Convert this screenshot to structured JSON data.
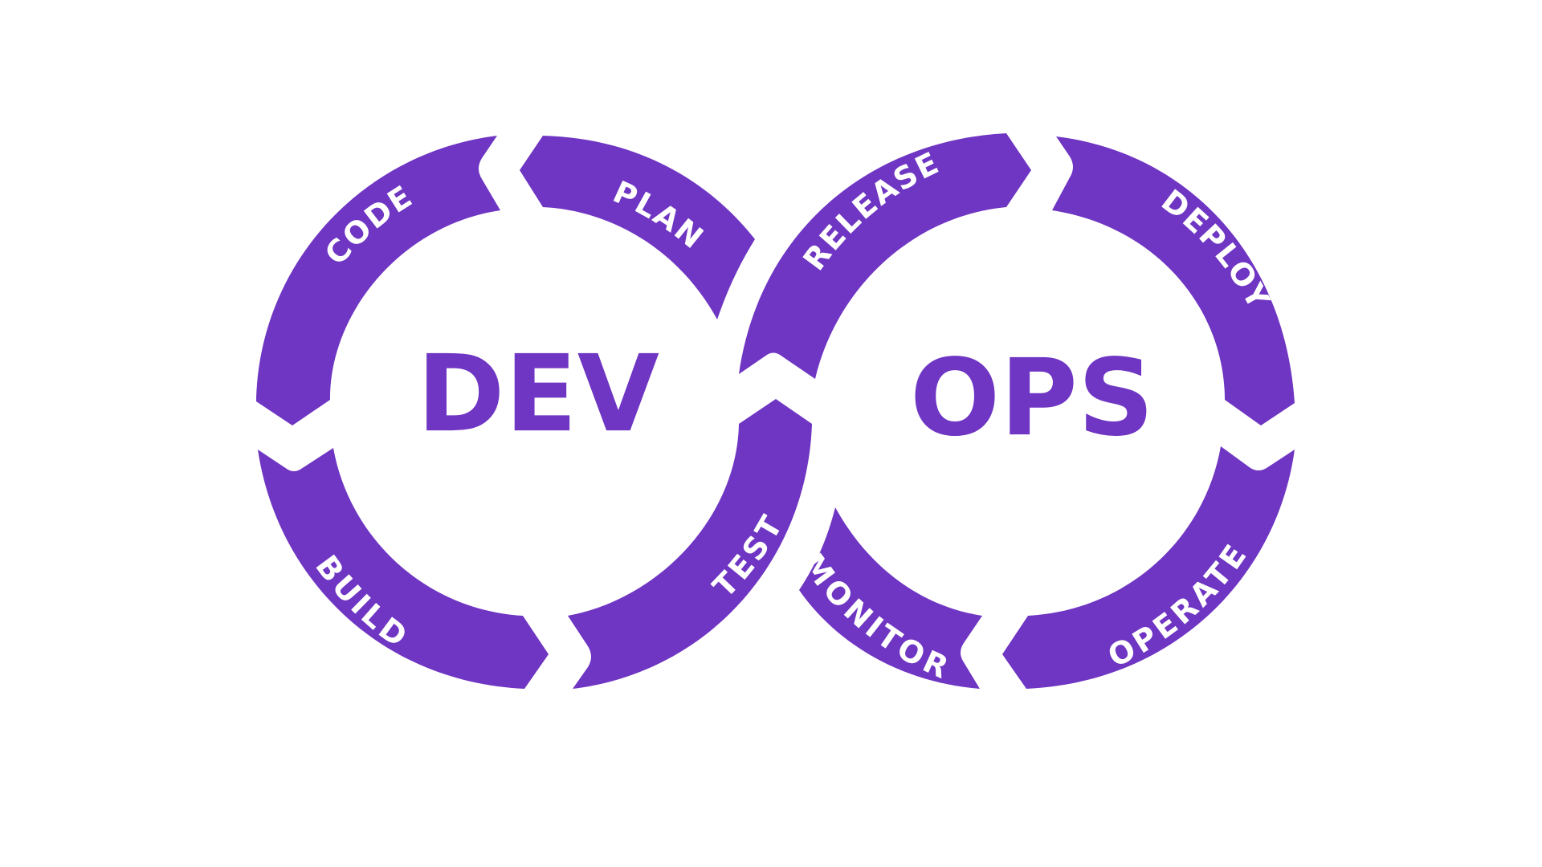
{
  "colors": {
    "accent": "#6f35c3",
    "background": "#ffffff",
    "segment_text": "#ffffff"
  },
  "hubs": {
    "left": "DEV",
    "right": "OPS"
  },
  "stages": {
    "plan": "PLAN",
    "code": "CODE",
    "build": "BUILD",
    "test": "TEST",
    "release": "RELEASE",
    "deploy": "DEPLOY",
    "operate": "OPERATE",
    "monitor": "MONITOR"
  }
}
